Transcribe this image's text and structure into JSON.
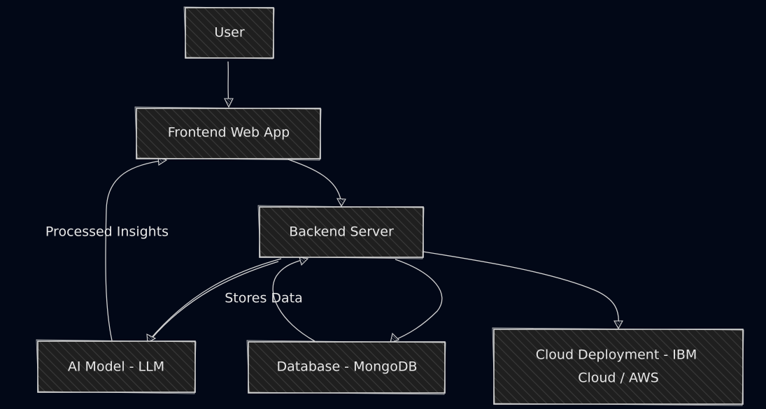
{
  "nodes": {
    "user": {
      "label": "User"
    },
    "frontend": {
      "label": "Frontend Web App"
    },
    "backend": {
      "label": "Backend Server"
    },
    "ai_model": {
      "label": "AI Model - LLM"
    },
    "database": {
      "label": "Database - MongoDB"
    },
    "cloud": {
      "label_line1": "Cloud Deployment - IBM",
      "label_line2": "Cloud / AWS"
    }
  },
  "edges": {
    "ai_to_frontend": {
      "label": "Processed Insights"
    },
    "backend_to_database": {
      "label": "Stores Data"
    }
  },
  "colors": {
    "background": "#020817",
    "stroke": "#d9d9d9",
    "text": "#e6e6e6"
  }
}
